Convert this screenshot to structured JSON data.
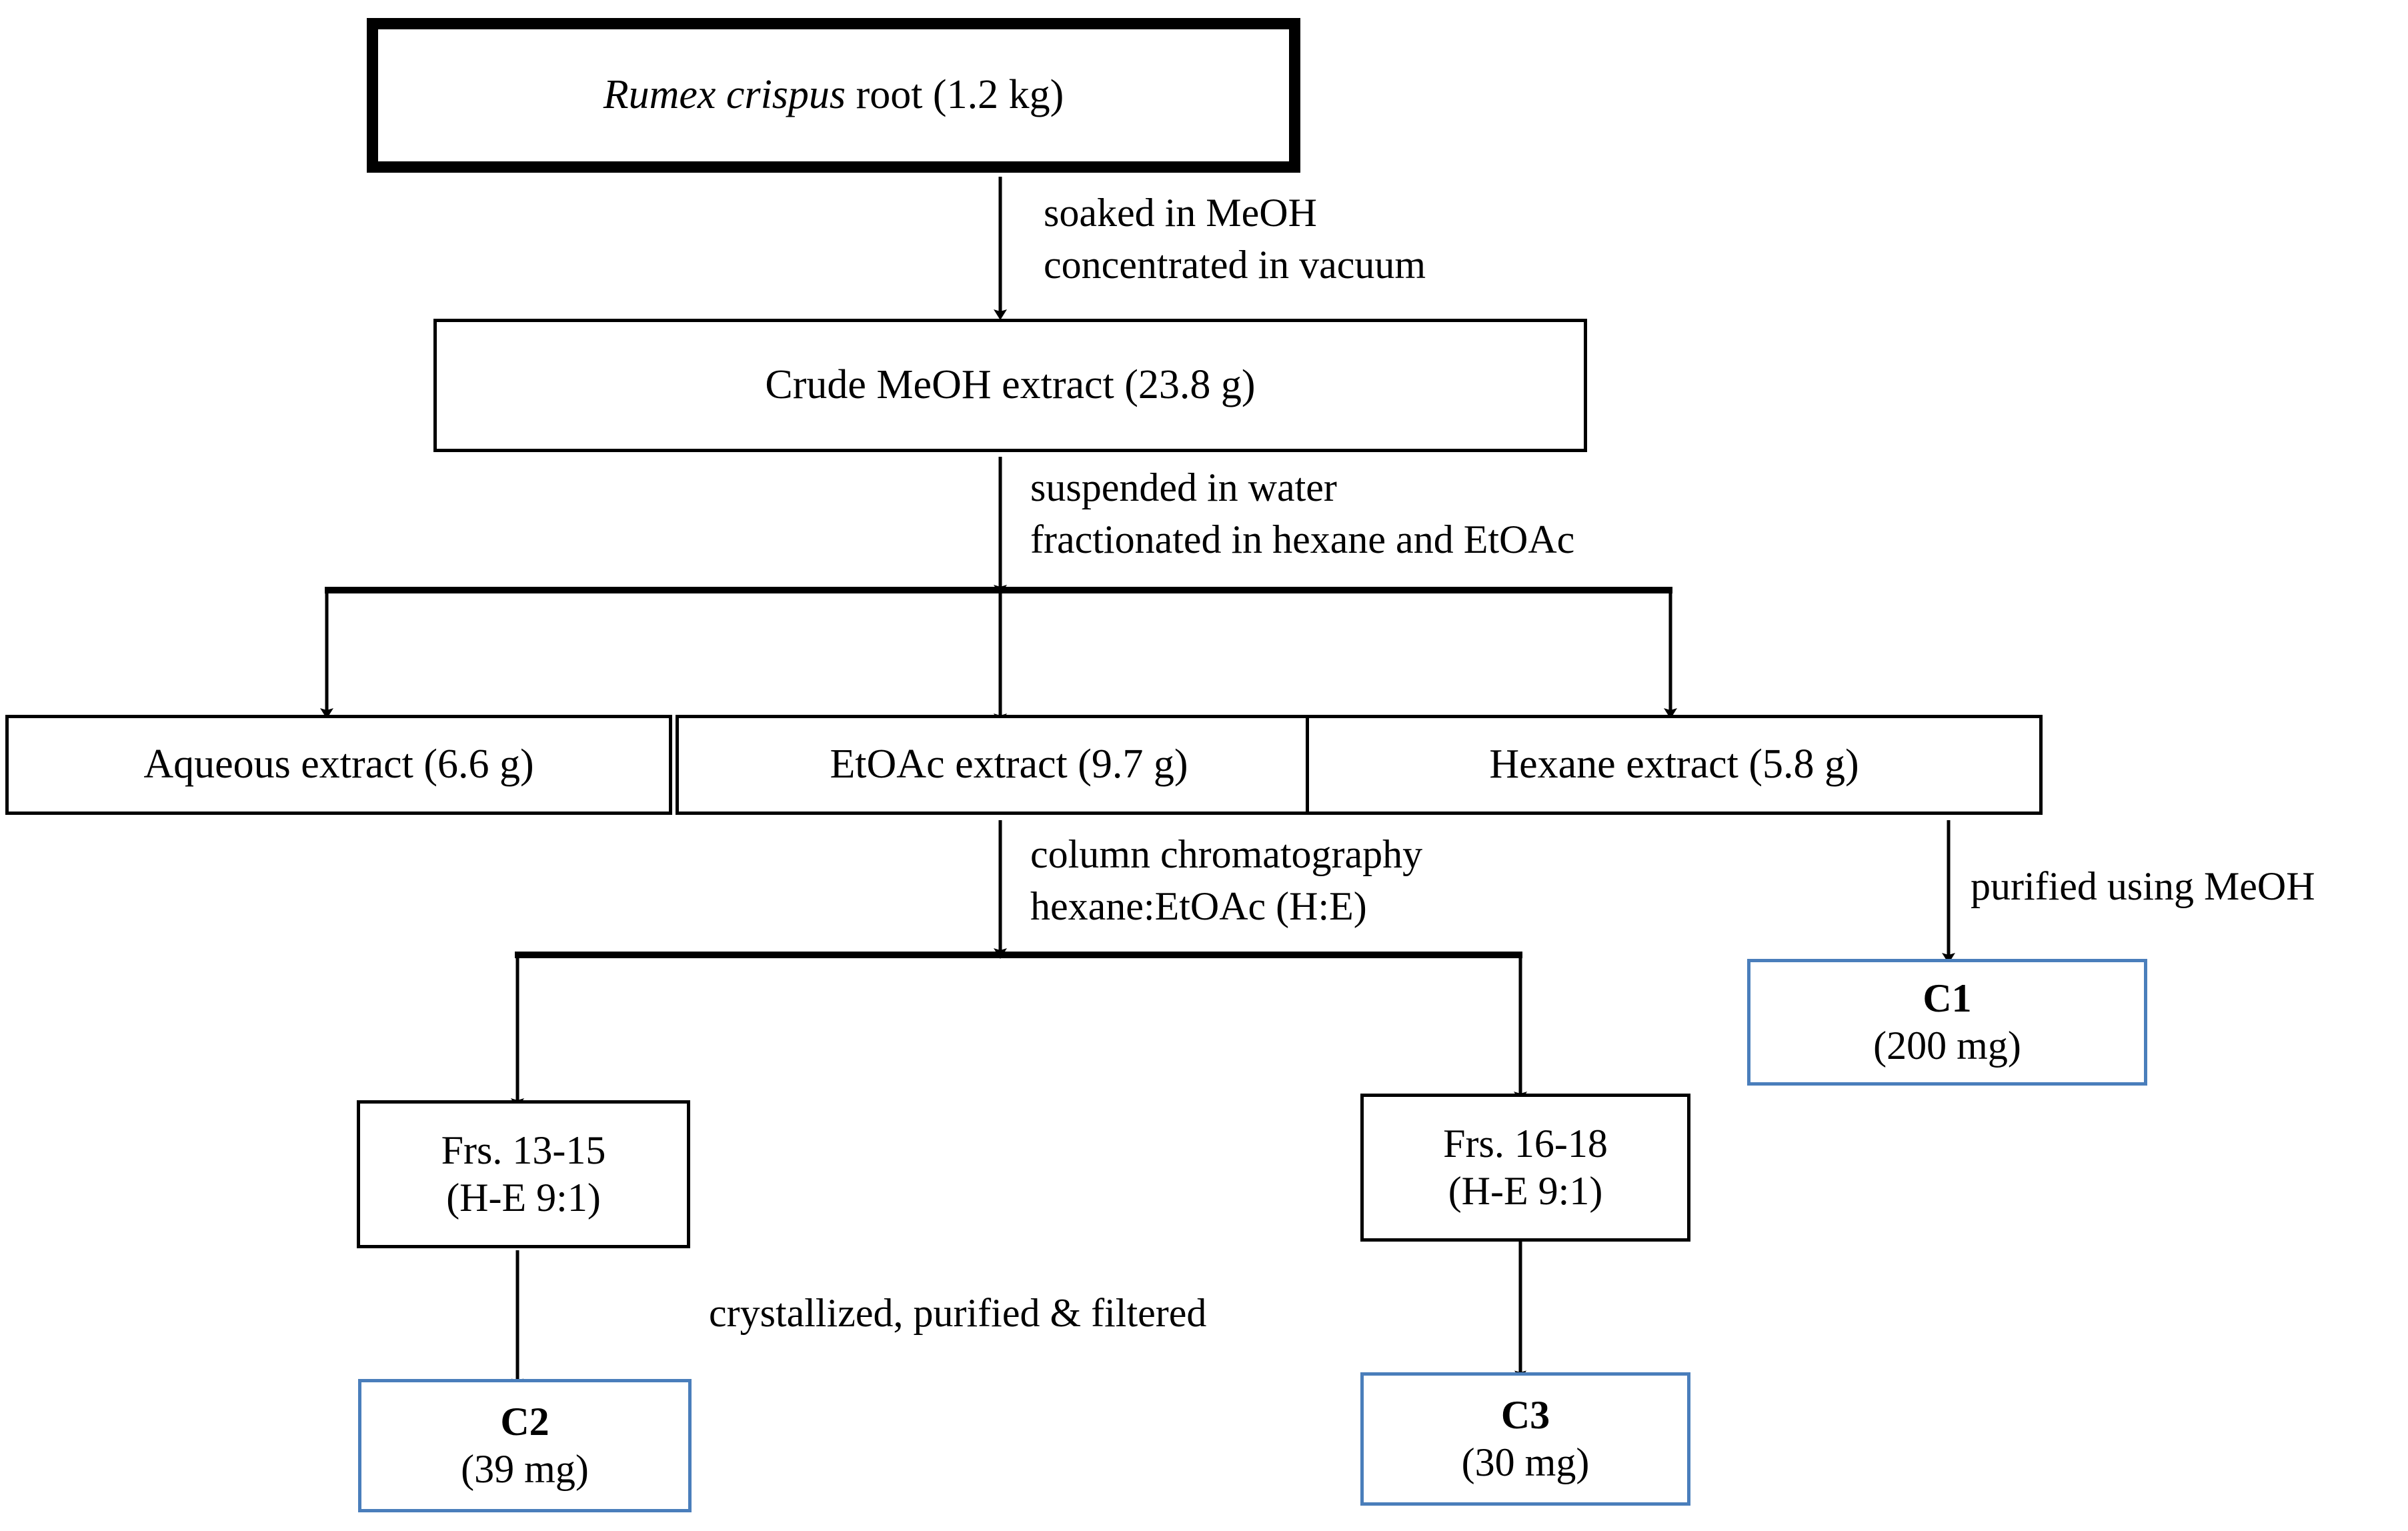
{
  "diagram": {
    "title_alt": "Extraction and isolation scheme for Rumex crispus root",
    "colors": {
      "box_border_black": "#000000",
      "box_border_blue": "#4a7ebb",
      "background": "#ffffff",
      "text": "#000000"
    },
    "nodes": {
      "root": {
        "line1_italic": "Rumex crispus",
        "line1_rest": " root (1.2 kg)"
      },
      "crude": {
        "line1": "Crude MeOH extract (23.8 g)"
      },
      "aqueous": {
        "line1": "Aqueous extract (6.6 g)"
      },
      "etoac": {
        "line1": "EtOAc extract (9.7 g)"
      },
      "hexane": {
        "line1": "Hexane extract (5.8 g)"
      },
      "c1": {
        "line1": "C1",
        "line2": "(200 mg)"
      },
      "frs1315": {
        "line1": "Frs. 13-15",
        "line2": "(H-E 9:1)"
      },
      "frs1618": {
        "line1": "Frs. 16-18",
        "line2": "(H-E 9:1)"
      },
      "c2": {
        "line1": "C2",
        "line2": "(39 mg)"
      },
      "c3": {
        "line1": "C3",
        "line2": "(30 mg)"
      }
    },
    "edge_labels": {
      "root_to_crude": {
        "line1": "soaked in MeOH",
        "line2": "concentrated in vacuum"
      },
      "crude_to_fractions": {
        "line1": "suspended in water",
        "line2": "fractionated in hexane and EtOAc"
      },
      "etoac_to_frs": {
        "line1": "column chromatography",
        "line2": "hexane:EtOAc (H:E)"
      },
      "hexane_to_c1": {
        "line1": "purified using MeOH"
      },
      "frs_to_compounds": {
        "line1": "crystallized, purified & filtered"
      }
    }
  }
}
